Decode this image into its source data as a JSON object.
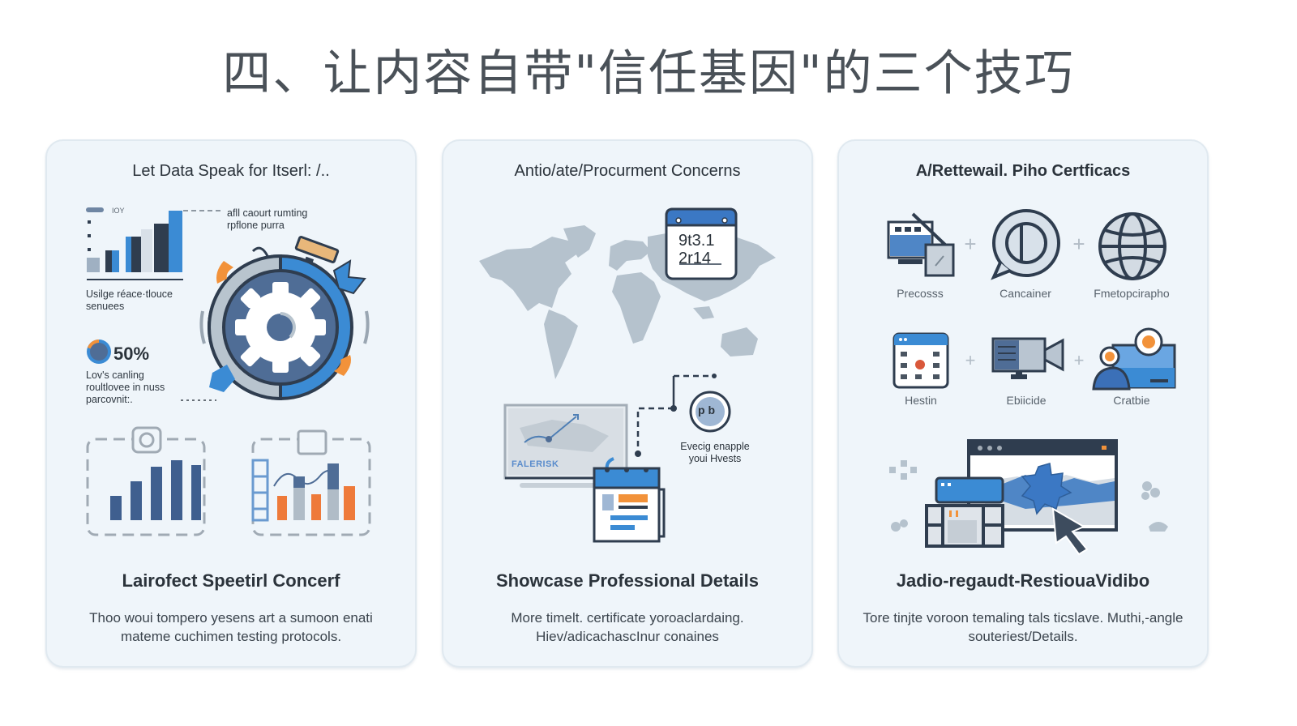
{
  "page": {
    "title": "四、让内容自带\"信任基因\"的三个技巧"
  },
  "colors": {
    "background": "#ffffff",
    "card_bg": "#eff5fa",
    "card_border": "#e0e9f0",
    "accent_blue": "#3b8bd4",
    "dark_navy": "#2f3d4f",
    "slate_blue": "#4f6d96",
    "orange": "#f2923a",
    "light_gray": "#b8c4ce"
  },
  "cards": [
    {
      "heading": "Let Data Speak for Itserl: /..",
      "chart_legend": "IOY",
      "callout": "afll caourt rumting rpflone purra",
      "chart_caption": "Usilge réace·tlouce senuees",
      "stat_value": "50%",
      "stat_caption": "Lov's canling roultlovee in nuss parcovnit:.",
      "subtitle": "Lairofect Speetirl Concerf",
      "description": "Thoo woui tompero yesens art a sumoon enati mateme cuchimen testing protocols.",
      "icons": [
        "bar-chart-icon",
        "gear-stopwatch-icon",
        "dashed-bar-chart-icon",
        "dashed-mixed-chart-icon"
      ]
    },
    {
      "heading": "Antio/ate/Procurment Concerns",
      "calendar_line1": "9t3.1",
      "calendar_line2": "2r14",
      "monitor_label": "FALERISK",
      "badge_letter": "p b",
      "badge_caption": "Evecig enapple youi Hvests",
      "subtitle": "Showcase Professional Details",
      "description": "More timelt. certificate yoroaclardaing. Hiev/adicachascInur conaines",
      "icons": [
        "world-map-icon",
        "calendar-icon",
        "monitor-chart-icon",
        "badge-icon",
        "document-calendar-icon"
      ]
    },
    {
      "heading": "A/Rettewail. Piho Certficacs",
      "icon_row1": [
        {
          "label": "Precosss",
          "icon": "computer-pencil-icon"
        },
        {
          "label": "Cancainer",
          "icon": "speech-bubble-icon"
        },
        {
          "label": "Fmetopcirapho",
          "icon": "globe-icon"
        }
      ],
      "icon_row2": [
        {
          "label": "Hestin",
          "icon": "calendar-grid-icon"
        },
        {
          "label": "Ebiicide",
          "icon": "video-camera-icon"
        },
        {
          "label": "Cratbie",
          "icon": "people-icon"
        }
      ],
      "separator": "+",
      "subtitle": "Jadio-regaudt-RestiouaVidibo",
      "description": "Tore tinjte voroon temaling tals ticslave. Muthi,-angle souteriest/Details.",
      "icons": [
        "browser-window-icon",
        "cursor-icon"
      ]
    }
  ]
}
